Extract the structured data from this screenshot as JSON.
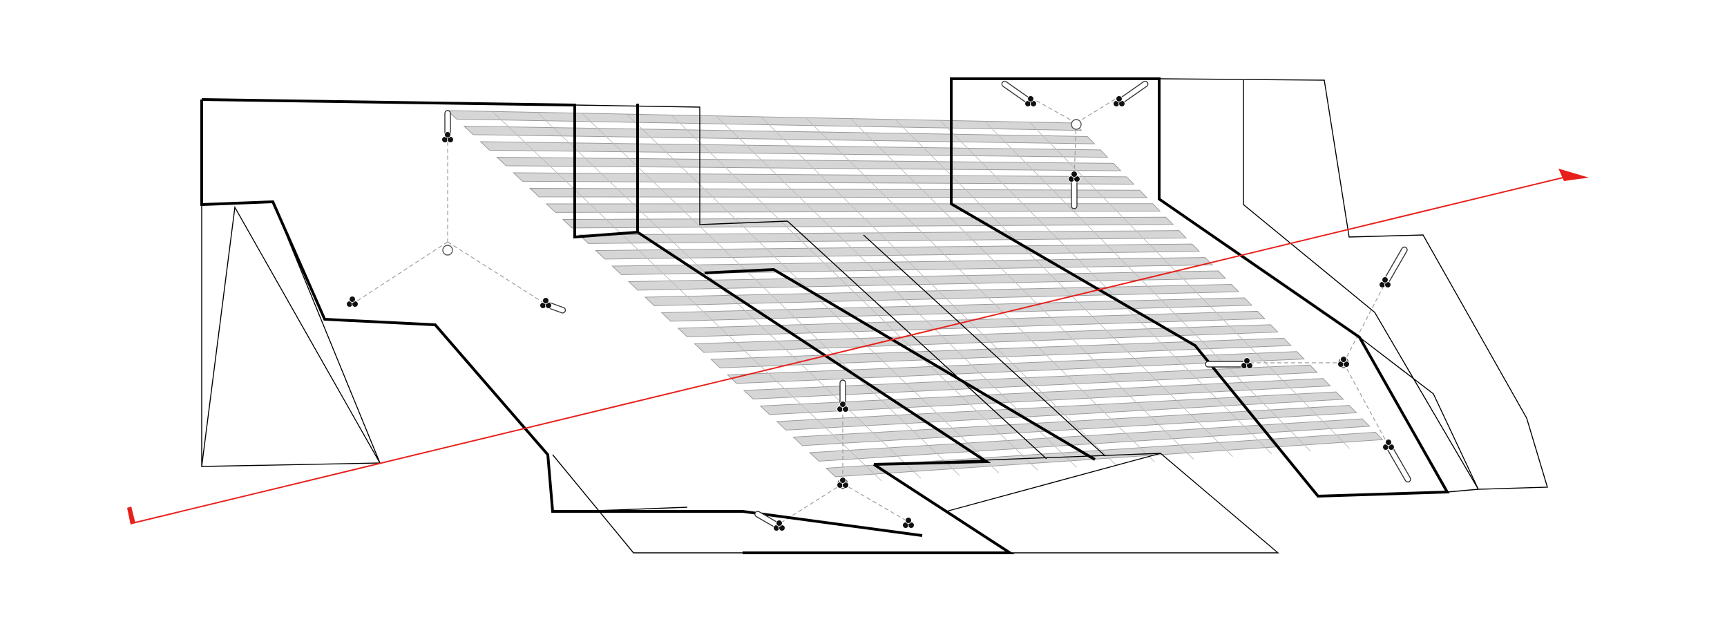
{
  "drawing": {
    "type": "axonometric-canopy-diagram",
    "line_color": "#000000",
    "slat_fill": "#d6d6d6",
    "cable_color": "#9c9c9c",
    "section_line_color": "#e8201c",
    "slat_band_count": 24,
    "support_node_count": 14,
    "tripod_hub_count": 4
  }
}
